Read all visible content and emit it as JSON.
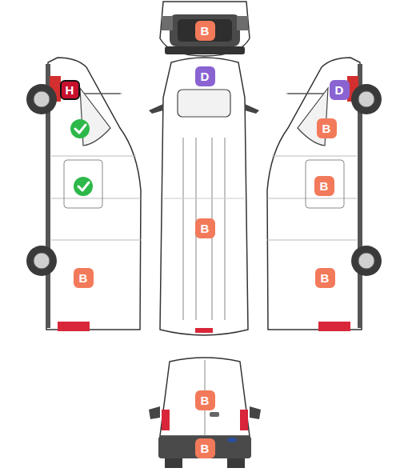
{
  "diagram": {
    "nodes": [
      {
        "text": [
          "B"
        ]
      },
      {
        "text": [
          "D"
        ]
      },
      {
        "text": [
          "H"
        ]
      },
      {
        "text": [
          "D"
        ]
      },
      {
        "text": [
          "B"
        ]
      },
      {
        "text": [
          "B"
        ]
      },
      {
        "text": [
          "B"
        ]
      },
      {
        "text": [
          "B"
        ]
      },
      {
        "text": [
          "B"
        ]
      },
      {
        "text": [
          "B"
        ]
      },
      {
        "text": [
          "B"
        ]
      }
    ]
  }
}
